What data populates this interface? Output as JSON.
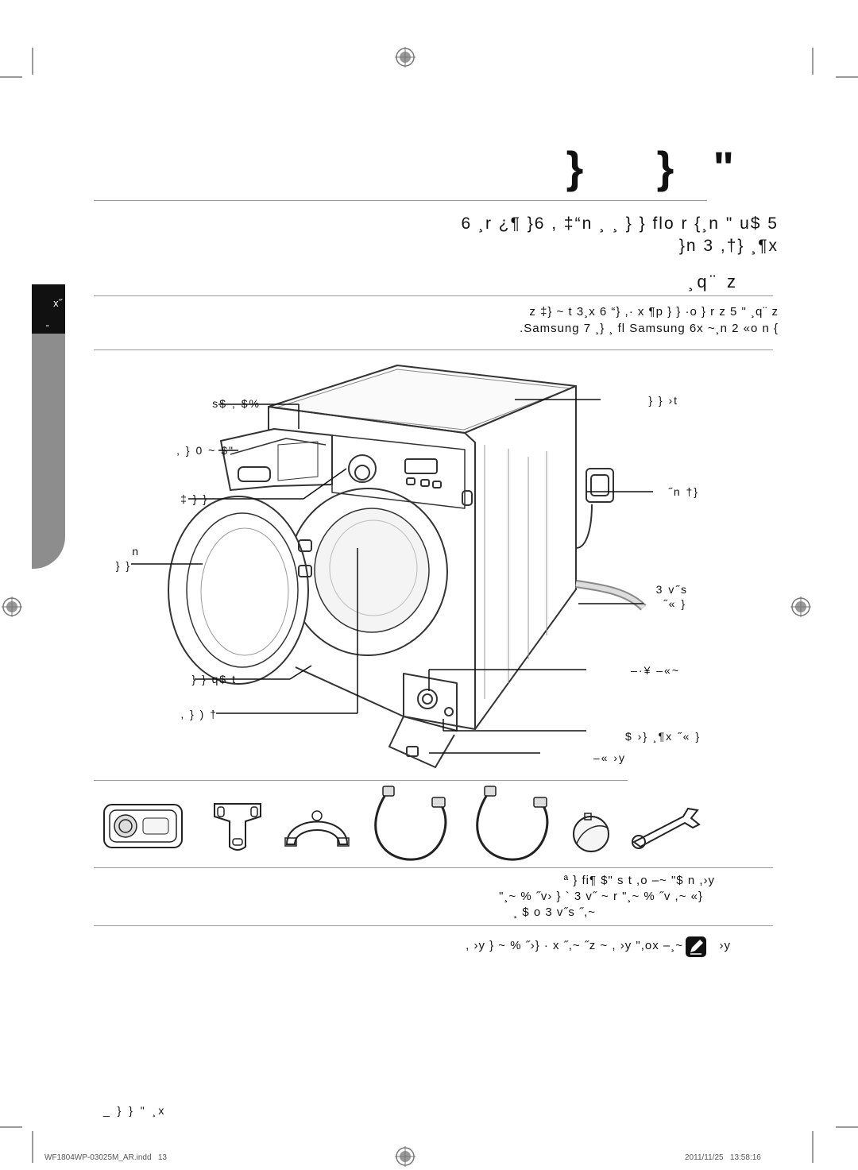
{
  "page": {
    "title": "}    }  \"",
    "intro_line_1": "6 ¸r ¿¶ }6 , ‡“n ¸ ¸ } } flo r {¸n \" u$ 5",
    "intro_line_2": "}n 3 ,†} ¸¶x",
    "section_heading": "¸q¨ z",
    "section_text_1": "z ‡} ~ t 3¸x 6 “} ,· x ¶p } } ·o } r z 5 \" ¸q¨ z",
    "section_text_2": ".Samsung 7 ¸} ¸ fl Samsung 6x ~¸n 2 «o n {",
    "side_tab_text": "x˝",
    "side_tab_mark": "\""
  },
  "diagram": {
    "labels_left": [
      "s$ , $%",
      ", } 0 ~ $\"",
      "‡ } }",
      "n",
      "} }",
      "} } q$ t",
      ", } ) †"
    ],
    "labels_right": [
      "} } ›t",
      "˝n †}",
      "3 v˝s",
      "˝« }",
      "–·¥ –«~",
      "$ ›} ¸¶x ˝« }",
      "–« ›y"
    ]
  },
  "accessories": {
    "icons": [
      "filter-icon",
      "bolt-spanner-icon",
      "hose-guide-icon",
      "hose-icon",
      "hose-icon",
      "cap-icon",
      "wrench-icon"
    ],
    "caption_line_1": "ª } fi¶ $\" s t ,o –~ \"$ n ,›y",
    "caption_line_2": "\"¸~ % ˝v› } ` 3 v˝ ~ r \"¸~ % ˝v ,~ «}",
    "caption_line_3": "¸ $ o 3 v˝s ˝,~"
  },
  "note": {
    "text": ", ›y } ~ % ˝›} · x ˝,~ ˝z ~ , ›y \",ox –¸~",
    "tail": "›y"
  },
  "footer_section": "_ } } \" ¸x",
  "print_info": {
    "file": "WF1804WP-03025M_AR.indd   13",
    "timestamp": "2011/11/25   13:58:16"
  }
}
